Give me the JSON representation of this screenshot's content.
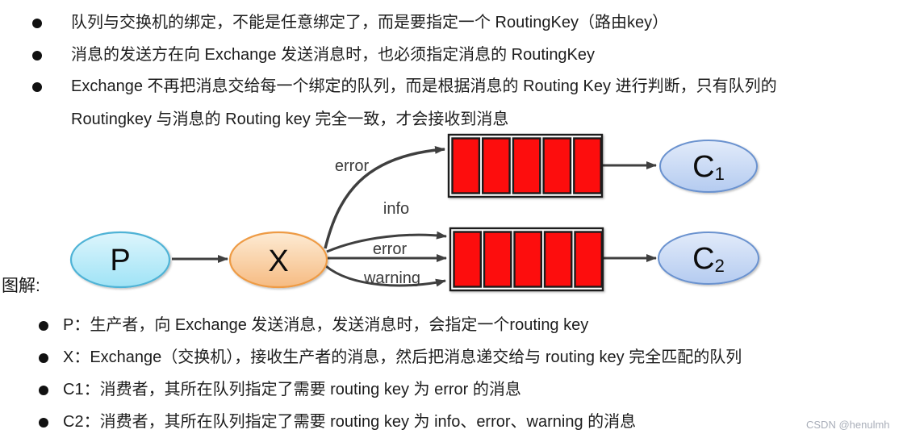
{
  "page": {
    "background": "#ffffff",
    "text_color": "#1d1d1d"
  },
  "bullets_top": [
    {
      "lines": [
        "队列与交换机的绑定，不能是任意绑定了，而是要指定一个 RoutingKey（路由key）"
      ]
    },
    {
      "lines": [
        "消息的发送方在向 Exchange 发送消息时，也必须指定消息的 RoutingKey"
      ]
    },
    {
      "lines": [
        "Exchange 不再把消息交给每一个绑定的队列，而是根据消息的 Routing Key 进行判断，只有队列的",
        "Routingkey 与消息的 Routing key 完全一致，才会接收到消息"
      ]
    }
  ],
  "diagram": {
    "nodes": {
      "producer": "P",
      "exchange": "X",
      "consumer1": {
        "base": "C",
        "sub": "1"
      },
      "consumer2": {
        "base": "C",
        "sub": "2"
      }
    },
    "edge_labels": [
      "error",
      "info",
      "error",
      "warning"
    ],
    "colors": {
      "producer_fill": "#b9eaf8",
      "producer_border": "#4fb3d6",
      "exchange_fill": "#f8c58d",
      "exchange_border": "#ee9b45",
      "consumer_fill": "#c5d7f4",
      "consumer_border": "#6a92cf",
      "queue_cell": "#fd0808",
      "queue_border": "#1f1f1f",
      "arrow": "#3f3f3f",
      "edge_label_color": "#3b3b3b"
    }
  },
  "legend_title": "图解:",
  "bullets_bottom": [
    "P：生产者，向 Exchange 发送消息，发送消息时，会指定一个routing key",
    "X：Exchange（交换机），接收生产者的消息，然后把消息递交给与 routing key 完全匹配的队列",
    "C1：消费者，其所在队列指定了需要 routing key 为 error 的消息",
    "C2：消费者，其所在队列指定了需要 routing key 为 info、error、warning 的消息"
  ],
  "watermark": "CSDN @henulmh"
}
